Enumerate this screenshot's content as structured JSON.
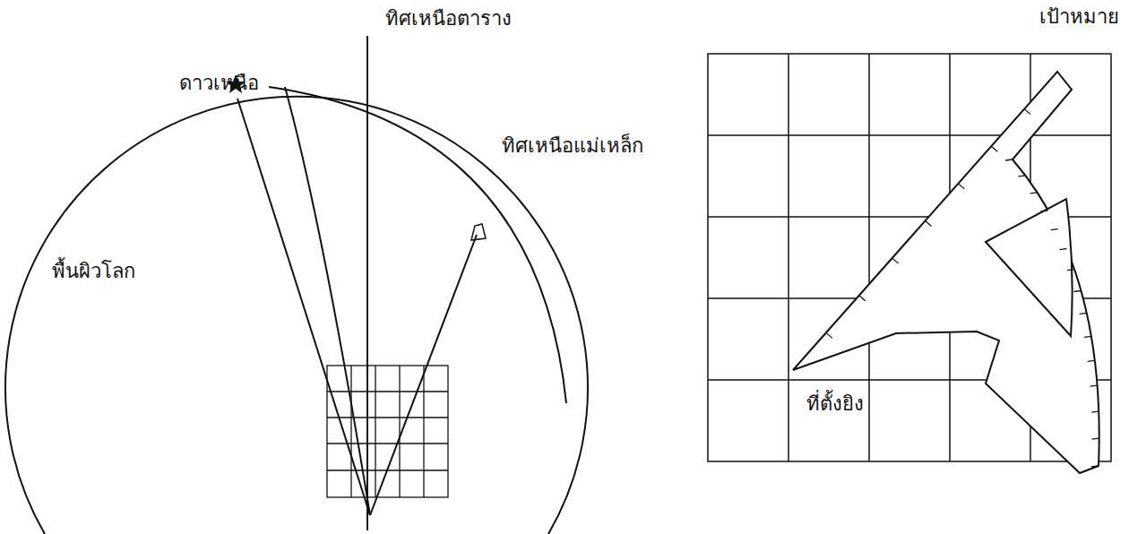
{
  "diagram": {
    "labels": [
      "ดาวเหนือ",
      "ทิศเหนือตาราง",
      "ทิศเหนือแม่เหล็ก",
      "พื้นผิวโลก",
      "เป้าหมาย",
      "ที่ตั้งยิง"
    ]
  }
}
